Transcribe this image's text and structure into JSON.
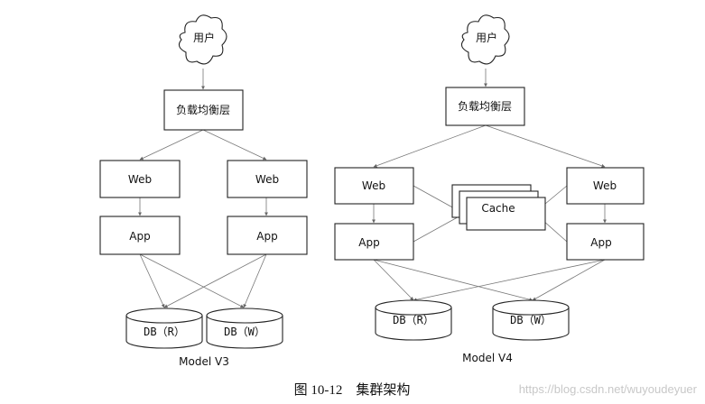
{
  "v3": {
    "user": "用户",
    "lb": "负载均衡层",
    "web_left": "Web",
    "web_right": "Web",
    "app_left": "App",
    "app_right": "App",
    "db_read": "DB（R）",
    "db_write": "DB（W）",
    "title": "Model V3"
  },
  "v4": {
    "user": "用户",
    "lb": "负载均衡层",
    "web_left": "Web",
    "web_right": "Web",
    "app_left": "App",
    "app_right": "App",
    "cache": "Cache",
    "db_read": "DB（R）",
    "db_write": "DB（W）",
    "title": "Model V4"
  },
  "caption": "图 10-12　集群架构",
  "watermark": "https://blog.csdn.net/wuyoudeyuer"
}
